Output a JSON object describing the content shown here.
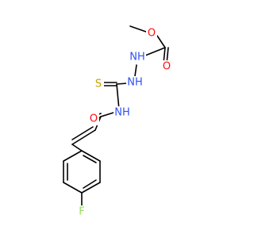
{
  "molecule": {
    "atoms": {
      "o_ether": {
        "symbol": "O",
        "color": "#ff0d0d"
      },
      "o_carbamate": {
        "symbol": "O",
        "color": "#ff0d0d"
      },
      "n_h_upper": {
        "symbol": "NH",
        "color": "#3050f8"
      },
      "n_h_middle": {
        "symbol": "NH",
        "color": "#3050f8"
      },
      "n_h_amide": {
        "symbol": "NH",
        "color": "#3050f8"
      },
      "s_thione": {
        "symbol": "S",
        "color": "#c8a000"
      },
      "o_amide": {
        "symbol": "O",
        "color": "#ff0d0d"
      },
      "f_fluoro": {
        "symbol": "F",
        "color": "#90e050"
      }
    }
  }
}
